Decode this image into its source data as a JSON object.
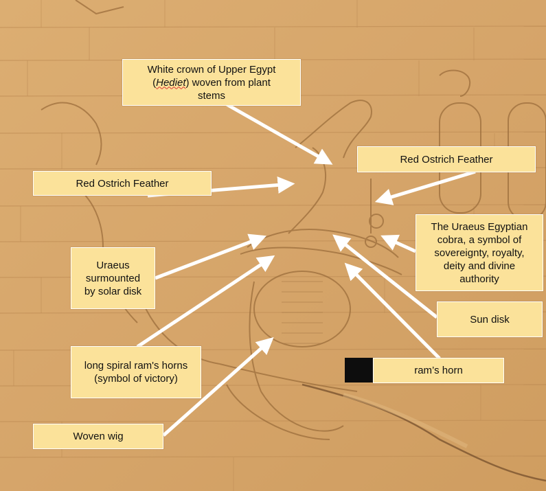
{
  "labels": {
    "white_crown": {
      "line1": "White crown of Upper Egypt",
      "line2_italic": "Hediet",
      "line2_rest": ") woven from plant",
      "line3": "stems"
    },
    "red_feather_left": "Red Ostrich Feather",
    "red_feather_right": "Red Ostrich Feather",
    "uraeus_cobra": "The Uraeus Egyptian cobra, a symbol of sovereignty, royalty, deity and divine authority",
    "uraeus_disk": "Uraeus surmounted by solar disk",
    "sun_disk": "Sun disk",
    "rams_horns": "long spiral ram's horns (symbol of victory)",
    "ram_horn": "ram’s horn",
    "woven_wig": "Woven wig"
  },
  "colors": {
    "label_bg": "#fbe29a",
    "stone": "#d9ab6f",
    "arrow": "#ffffff"
  }
}
